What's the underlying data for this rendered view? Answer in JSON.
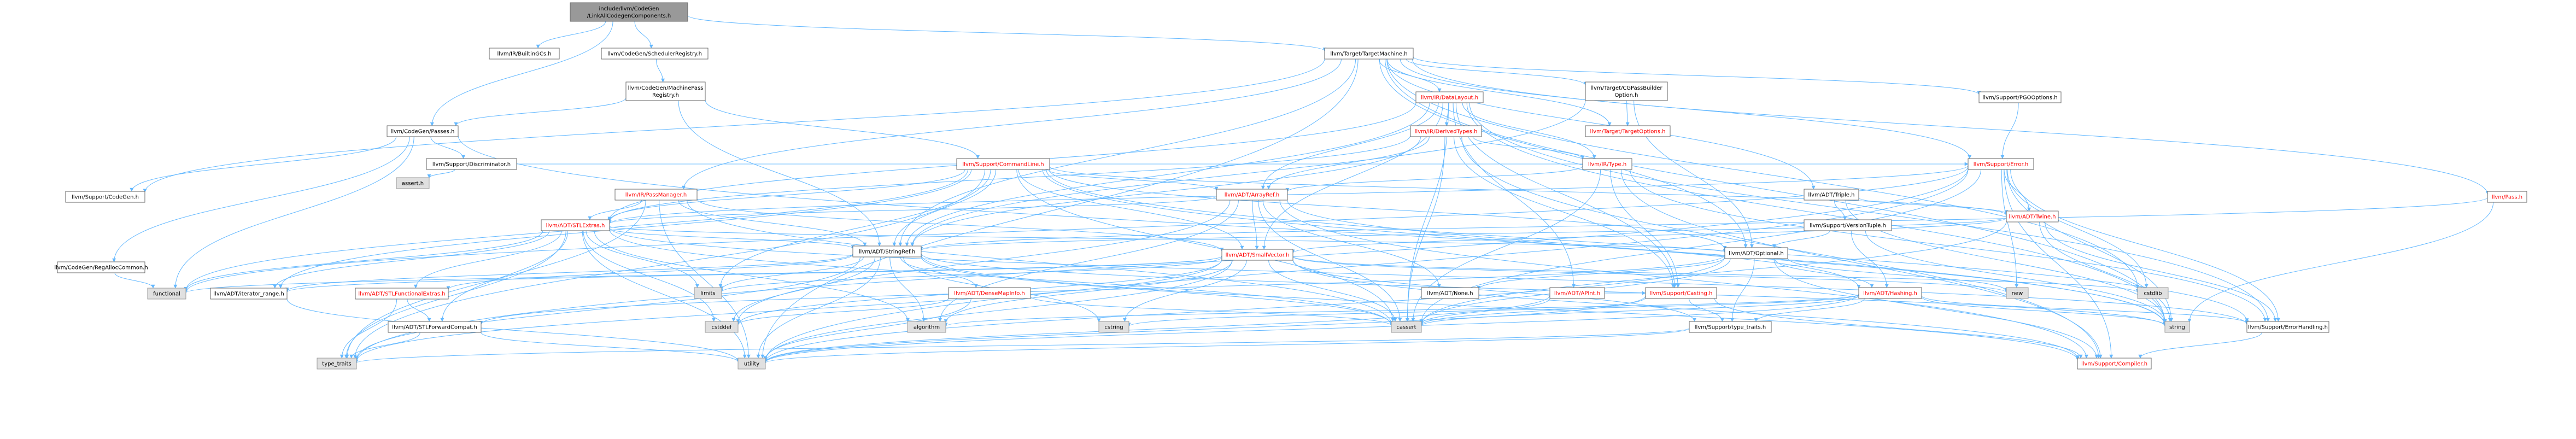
{
  "title": "include/llvm/CodeGen/LinkAllCodegenComponents.h include dependency graph",
  "colors": {
    "root_fill": "#999999",
    "node_fill": "#ffffff",
    "sys_fill": "#e0e0e0",
    "border": "#666666",
    "edge": "#63b8ff",
    "link_text": "#000000",
    "incomplete_text": "#ff0000"
  },
  "nodes": [
    {
      "id": "root",
      "lines": [
        "include/llvm/CodeGen",
        "/LinkAllCodegenComponents.h"
      ],
      "kind": "root"
    },
    {
      "id": "builtin_gcs",
      "lines": [
        "llvm/IR/BuiltinGCs.h"
      ],
      "kind": "normal"
    },
    {
      "id": "sched_registry",
      "lines": [
        "llvm/CodeGen/SchedulerRegistry.h"
      ],
      "kind": "normal"
    },
    {
      "id": "target_machine",
      "lines": [
        "llvm/Target/TargetMachine.h"
      ],
      "kind": "normal"
    },
    {
      "id": "mpass_registry",
      "lines": [
        "llvm/CodeGen/MachinePass",
        "Registry.h"
      ],
      "kind": "normal"
    },
    {
      "id": "data_layout",
      "lines": [
        "llvm/IR/DataLayout.h"
      ],
      "kind": "red"
    },
    {
      "id": "cgpass_builder_opt",
      "lines": [
        "llvm/Target/CGPassBuilder",
        "Option.h"
      ],
      "kind": "normal"
    },
    {
      "id": "pgo_options",
      "lines": [
        "llvm/Support/PGOOptions.h"
      ],
      "kind": "normal"
    },
    {
      "id": "cg_passes",
      "lines": [
        "llvm/CodeGen/Passes.h"
      ],
      "kind": "normal"
    },
    {
      "id": "derived_types",
      "lines": [
        "llvm/IR/DerivedTypes.h"
      ],
      "kind": "red"
    },
    {
      "id": "target_options",
      "lines": [
        "llvm/Target/TargetOptions.h"
      ],
      "kind": "red"
    },
    {
      "id": "support_codegen",
      "lines": [
        "llvm/Support/CodeGen.h"
      ],
      "kind": "normal"
    },
    {
      "id": "discriminator",
      "lines": [
        "llvm/Support/Discriminator.h"
      ],
      "kind": "normal"
    },
    {
      "id": "command_line",
      "lines": [
        "llvm/Support/CommandLine.h"
      ],
      "kind": "red"
    },
    {
      "id": "ir_type",
      "lines": [
        "llvm/IR/Type.h"
      ],
      "kind": "red"
    },
    {
      "id": "support_error",
      "lines": [
        "llvm/Support/Error.h"
      ],
      "kind": "red"
    },
    {
      "id": "assert_h",
      "lines": [
        "assert.h"
      ],
      "kind": "sys"
    },
    {
      "id": "pass_manager",
      "lines": [
        "llvm/IR/PassManager.h"
      ],
      "kind": "red"
    },
    {
      "id": "array_ref",
      "lines": [
        "llvm/ADT/ArrayRef.h"
      ],
      "kind": "red"
    },
    {
      "id": "triple",
      "lines": [
        "llvm/ADT/Triple.h"
      ],
      "kind": "normal"
    },
    {
      "id": "twine",
      "lines": [
        "llvm/ADT/Twine.h"
      ],
      "kind": "red"
    },
    {
      "id": "version_tuple",
      "lines": [
        "llvm/Support/VersionTuple.h"
      ],
      "kind": "normal"
    },
    {
      "id": "stl_extras",
      "lines": [
        "llvm/ADT/STLExtras.h"
      ],
      "kind": "red"
    },
    {
      "id": "regalloc_common",
      "lines": [
        "llvm/CodeGen/RegAllocCommon.h"
      ],
      "kind": "normal"
    },
    {
      "id": "pass_h",
      "lines": [
        "llvm/Pass.h"
      ],
      "kind": "red"
    },
    {
      "id": "string_ref",
      "lines": [
        "llvm/ADT/StringRef.h"
      ],
      "kind": "normal"
    },
    {
      "id": "small_vector",
      "lines": [
        "llvm/ADT/SmallVector.h"
      ],
      "kind": "red"
    },
    {
      "id": "adt_optional",
      "lines": [
        "llvm/ADT/Optional.h"
      ],
      "kind": "normal"
    },
    {
      "id": "functional",
      "lines": [
        "functional"
      ],
      "kind": "sys"
    },
    {
      "id": "iterator_range",
      "lines": [
        "llvm/ADT/iterator_range.h"
      ],
      "kind": "normal"
    },
    {
      "id": "stl_functional_extras",
      "lines": [
        "llvm/ADT/STLFunctionalExtras.h"
      ],
      "kind": "red"
    },
    {
      "id": "limits",
      "lines": [
        "limits"
      ],
      "kind": "sys"
    },
    {
      "id": "dense_map_info",
      "lines": [
        "llvm/ADT/DenseMapInfo.h"
      ],
      "kind": "red"
    },
    {
      "id": "adt_none",
      "lines": [
        "llvm/ADT/None.h"
      ],
      "kind": "normal"
    },
    {
      "id": "apint",
      "lines": [
        "llvm/ADT/APInt.h"
      ],
      "kind": "red"
    },
    {
      "id": "support_casting",
      "lines": [
        "llvm/Support/Casting.h"
      ],
      "kind": "red"
    },
    {
      "id": "adt_hashing",
      "lines": [
        "llvm/ADT/Hashing.h"
      ],
      "kind": "red"
    },
    {
      "id": "new_h",
      "lines": [
        "new"
      ],
      "kind": "sys"
    },
    {
      "id": "cstdlib",
      "lines": [
        "cstdlib"
      ],
      "kind": "sys"
    },
    {
      "id": "stl_forward_compat",
      "lines": [
        "llvm/ADT/STLForwardCompat.h"
      ],
      "kind": "normal"
    },
    {
      "id": "cstddef",
      "lines": [
        "cstddef"
      ],
      "kind": "sys"
    },
    {
      "id": "algorithm",
      "lines": [
        "algorithm"
      ],
      "kind": "sys"
    },
    {
      "id": "cstring",
      "lines": [
        "cstring"
      ],
      "kind": "sys"
    },
    {
      "id": "cassert",
      "lines": [
        "cassert"
      ],
      "kind": "sys"
    },
    {
      "id": "type_traits_support",
      "lines": [
        "llvm/Support/type_traits.h"
      ],
      "kind": "normal"
    },
    {
      "id": "string_h",
      "lines": [
        "string"
      ],
      "kind": "sys"
    },
    {
      "id": "error_handling",
      "lines": [
        "llvm/Support/ErrorHandling.h"
      ],
      "kind": "normal"
    },
    {
      "id": "type_traits",
      "lines": [
        "type_traits"
      ],
      "kind": "sys"
    },
    {
      "id": "utility",
      "lines": [
        "utility"
      ],
      "kind": "sys"
    },
    {
      "id": "compiler",
      "lines": [
        "llvm/Support/Compiler.h"
      ],
      "kind": "red"
    }
  ],
  "edges": [
    [
      "root",
      "builtin_gcs"
    ],
    [
      "root",
      "sched_registry"
    ],
    [
      "root",
      "target_machine"
    ],
    [
      "root",
      "cg_passes"
    ],
    [
      "sched_registry",
      "mpass_registry"
    ],
    [
      "mpass_registry",
      "cg_passes"
    ],
    [
      "mpass_registry",
      "command_line"
    ],
    [
      "mpass_registry",
      "string_ref"
    ],
    [
      "target_machine",
      "data_layout"
    ],
    [
      "target_machine",
      "cgpass_builder_opt"
    ],
    [
      "target_machine",
      "pgo_options"
    ],
    [
      "target_machine",
      "target_options"
    ],
    [
      "target_machine",
      "support_codegen"
    ],
    [
      "target_machine",
      "pass_manager"
    ],
    [
      "target_machine",
      "triple"
    ],
    [
      "target_machine",
      "support_error"
    ],
    [
      "target_machine",
      "pass_h"
    ],
    [
      "target_machine",
      "string_ref"
    ],
    [
      "target_machine",
      "adt_optional"
    ],
    [
      "target_machine",
      "cstdlib"
    ],
    [
      "target_machine",
      "string_h"
    ],
    [
      "target_machine",
      "utility"
    ],
    [
      "data_layout",
      "derived_types"
    ],
    [
      "data_layout",
      "ir_type"
    ],
    [
      "data_layout",
      "array_ref"
    ],
    [
      "data_layout",
      "stl_extras"
    ],
    [
      "data_layout",
      "small_vector"
    ],
    [
      "data_layout",
      "string_ref"
    ],
    [
      "data_layout",
      "apint"
    ],
    [
      "data_layout",
      "support_casting"
    ],
    [
      "data_layout",
      "error_handling"
    ],
    [
      "data_layout",
      "string_h"
    ],
    [
      "data_layout",
      "cassert"
    ],
    [
      "cgpass_builder_opt",
      "target_options"
    ],
    [
      "cgpass_builder_opt",
      "adt_optional"
    ],
    [
      "cgpass_builder_opt",
      "string_ref"
    ],
    [
      "pgo_options",
      "support_error"
    ],
    [
      "cg_passes",
      "support_codegen"
    ],
    [
      "cg_passes",
      "discriminator"
    ],
    [
      "cg_passes",
      "regalloc_common"
    ],
    [
      "cg_passes",
      "functional"
    ],
    [
      "cg_passes",
      "string_h"
    ],
    [
      "derived_types",
      "ir_type"
    ],
    [
      "derived_types",
      "array_ref"
    ],
    [
      "derived_types",
      "stl_extras"
    ],
    [
      "derived_types",
      "string_ref"
    ],
    [
      "derived_types",
      "support_casting"
    ],
    [
      "derived_types",
      "cassert"
    ],
    [
      "derived_types",
      "compiler"
    ],
    [
      "discriminator",
      "support_error"
    ],
    [
      "discriminator",
      "assert_h"
    ],
    [
      "command_line",
      "array_ref"
    ],
    [
      "command_line",
      "stl_extras"
    ],
    [
      "command_line",
      "small_vector"
    ],
    [
      "command_line",
      "string_ref"
    ],
    [
      "command_line",
      "twine"
    ],
    [
      "command_line",
      "adt_optional"
    ],
    [
      "command_line",
      "iterator_range"
    ],
    [
      "command_line",
      "error_handling"
    ],
    [
      "command_line",
      "functional"
    ],
    [
      "command_line",
      "cassert"
    ],
    [
      "command_line",
      "limits"
    ],
    [
      "command_line",
      "string_h"
    ],
    [
      "command_line",
      "type_traits"
    ],
    [
      "ir_type",
      "array_ref"
    ],
    [
      "ir_type",
      "support_casting"
    ],
    [
      "ir_type",
      "compiler"
    ],
    [
      "ir_type",
      "error_handling"
    ],
    [
      "ir_type",
      "cassert"
    ],
    [
      "support_error",
      "stl_extras"
    ],
    [
      "support_error",
      "twine"
    ],
    [
      "support_error",
      "compiler"
    ],
    [
      "support_error",
      "error_handling"
    ],
    [
      "support_error",
      "cassert"
    ],
    [
      "support_error",
      "string_h"
    ],
    [
      "support_error",
      "new_h"
    ],
    [
      "support_error",
      "utility"
    ],
    [
      "support_error",
      "functional"
    ],
    [
      "support_error",
      "cstdlib"
    ],
    [
      "support_error",
      "type_traits"
    ],
    [
      "pass_manager",
      "stl_extras"
    ],
    [
      "pass_manager",
      "small_vector"
    ],
    [
      "pass_manager",
      "string_ref"
    ],
    [
      "pass_manager",
      "type_traits"
    ],
    [
      "pass_manager",
      "cassert"
    ],
    [
      "pass_manager",
      "utility"
    ],
    [
      "array_ref",
      "small_vector"
    ],
    [
      "array_ref",
      "stl_extras"
    ],
    [
      "array_ref",
      "adt_none"
    ],
    [
      "array_ref",
      "adt_hashing"
    ],
    [
      "array_ref",
      "compiler"
    ],
    [
      "array_ref",
      "algorithm"
    ],
    [
      "array_ref",
      "cassert"
    ],
    [
      "array_ref",
      "cstddef"
    ],
    [
      "triple",
      "twine"
    ],
    [
      "triple",
      "version_tuple"
    ],
    [
      "triple",
      "string_h"
    ],
    [
      "twine",
      "small_vector"
    ],
    [
      "twine",
      "string_ref"
    ],
    [
      "twine",
      "error_handling"
    ],
    [
      "twine",
      "cassert"
    ],
    [
      "twine",
      "string_h"
    ],
    [
      "version_tuple",
      "adt_optional"
    ],
    [
      "version_tuple",
      "adt_hashing"
    ],
    [
      "version_tuple",
      "string_h"
    ],
    [
      "stl_extras",
      "string_ref"
    ],
    [
      "stl_extras",
      "adt_optional"
    ],
    [
      "stl_extras",
      "iterator_range"
    ],
    [
      "stl_extras",
      "stl_functional_extras"
    ],
    [
      "stl_extras",
      "stl_forward_compat"
    ],
    [
      "stl_extras",
      "error_handling"
    ],
    [
      "stl_extras",
      "functional"
    ],
    [
      "stl_extras",
      "limits"
    ],
    [
      "stl_extras",
      "algorithm"
    ],
    [
      "stl_extras",
      "cassert"
    ],
    [
      "stl_extras",
      "cstddef"
    ],
    [
      "stl_extras",
      "type_traits"
    ],
    [
      "stl_extras",
      "utility"
    ],
    [
      "regalloc_common",
      "functional"
    ],
    [
      "pass_h",
      "string_ref"
    ],
    [
      "pass_h",
      "string_h"
    ],
    [
      "string_ref",
      "dense_map_info"
    ],
    [
      "string_ref",
      "stl_functional_extras"
    ],
    [
      "string_ref",
      "iterator_range"
    ],
    [
      "string_ref",
      "compiler"
    ],
    [
      "string_ref",
      "algorithm"
    ],
    [
      "string_ref",
      "cassert"
    ],
    [
      "string_ref",
      "cstddef"
    ],
    [
      "string_ref",
      "cstring"
    ],
    [
      "string_ref",
      "limits"
    ],
    [
      "string_ref",
      "string_h"
    ],
    [
      "string_ref",
      "type_traits"
    ],
    [
      "string_ref",
      "utility"
    ],
    [
      "small_vector",
      "compiler"
    ],
    [
      "small_vector",
      "type_traits_support"
    ],
    [
      "small_vector",
      "algorithm"
    ],
    [
      "small_vector",
      "cassert"
    ],
    [
      "small_vector",
      "cstddef"
    ],
    [
      "small_vector",
      "cstdlib"
    ],
    [
      "small_vector",
      "cstring"
    ],
    [
      "small_vector",
      "functional"
    ],
    [
      "small_vector",
      "limits"
    ],
    [
      "small_vector",
      "new_h"
    ],
    [
      "small_vector",
      "type_traits"
    ],
    [
      "small_vector",
      "utility"
    ],
    [
      "small_vector",
      "iterator_range"
    ],
    [
      "adt_optional",
      "adt_hashing"
    ],
    [
      "adt_optional",
      "adt_none"
    ],
    [
      "adt_optional",
      "stl_forward_compat"
    ],
    [
      "adt_optional",
      "compiler"
    ],
    [
      "adt_optional",
      "type_traits_support"
    ],
    [
      "adt_optional",
      "cassert"
    ],
    [
      "adt_optional",
      "new_h"
    ],
    [
      "adt_optional",
      "utility"
    ],
    [
      "stl_functional_extras",
      "stl_forward_compat"
    ],
    [
      "stl_functional_extras",
      "type_traits"
    ],
    [
      "dense_map_info",
      "cassert"
    ],
    [
      "dense_map_info",
      "cstddef"
    ],
    [
      "dense_map_info",
      "utility"
    ],
    [
      "apint",
      "support_casting"
    ],
    [
      "apint",
      "cassert"
    ],
    [
      "apint",
      "utility"
    ],
    [
      "support_casting",
      "type_traits_support"
    ],
    [
      "support_casting",
      "compiler"
    ],
    [
      "support_casting",
      "cassert"
    ],
    [
      "support_casting",
      "utility"
    ],
    [
      "adt_hashing",
      "error_handling"
    ],
    [
      "adt_hashing",
      "type_traits_support"
    ],
    [
      "adt_hashing",
      "algorithm"
    ],
    [
      "adt_hashing",
      "cassert"
    ],
    [
      "adt_hashing",
      "cstring"
    ],
    [
      "adt_hashing",
      "string_h"
    ],
    [
      "adt_hashing",
      "utility"
    ],
    [
      "stl_forward_compat",
      "type_traits"
    ],
    [
      "stl_forward_compat",
      "utility"
    ],
    [
      "type_traits_support",
      "type_traits"
    ],
    [
      "type_traits_support",
      "utility"
    ],
    [
      "error_handling",
      "compiler"
    ],
    [
      "iterator_range",
      "utility"
    ]
  ]
}
